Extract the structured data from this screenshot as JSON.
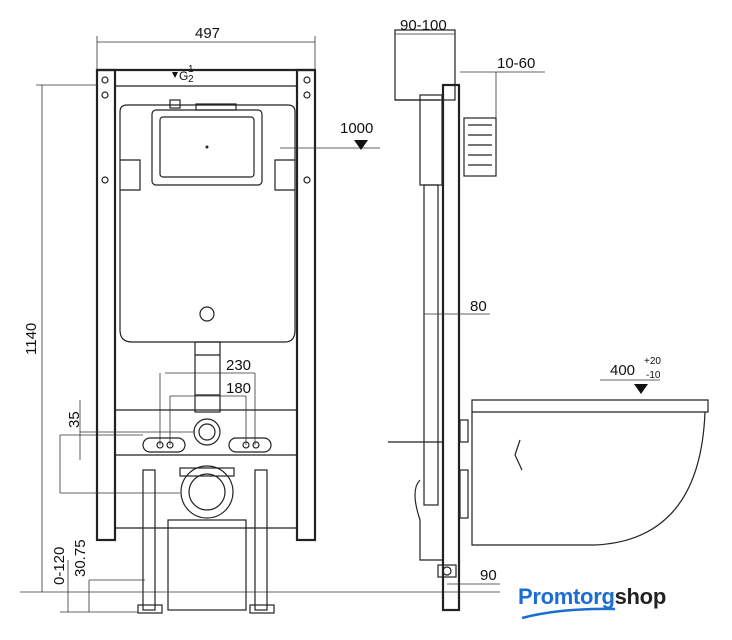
{
  "front_view": {
    "dimensions": {
      "width": "497",
      "height": "1140",
      "outlet_spacing_outer": "230",
      "outlet_spacing_inner": "180",
      "offset_35": "35",
      "leg_adjust": "0-120",
      "floor_offset": "30.75"
    },
    "inlet_label": "G",
    "inlet_fraction_num": "1",
    "inlet_fraction_den": "2"
  },
  "side_view": {
    "dimensions": {
      "depth": "90-100",
      "wall_thickness": "10-60",
      "button_height": "1000",
      "pipe": "80",
      "bottom": "90",
      "bowl_height": "400",
      "bowl_tol_plus": "+20",
      "bowl_tol_minus": "-10"
    }
  },
  "brand": {
    "part1": "Promtorg",
    "part2": "shop",
    "color_primary": "#1b6fd1"
  }
}
